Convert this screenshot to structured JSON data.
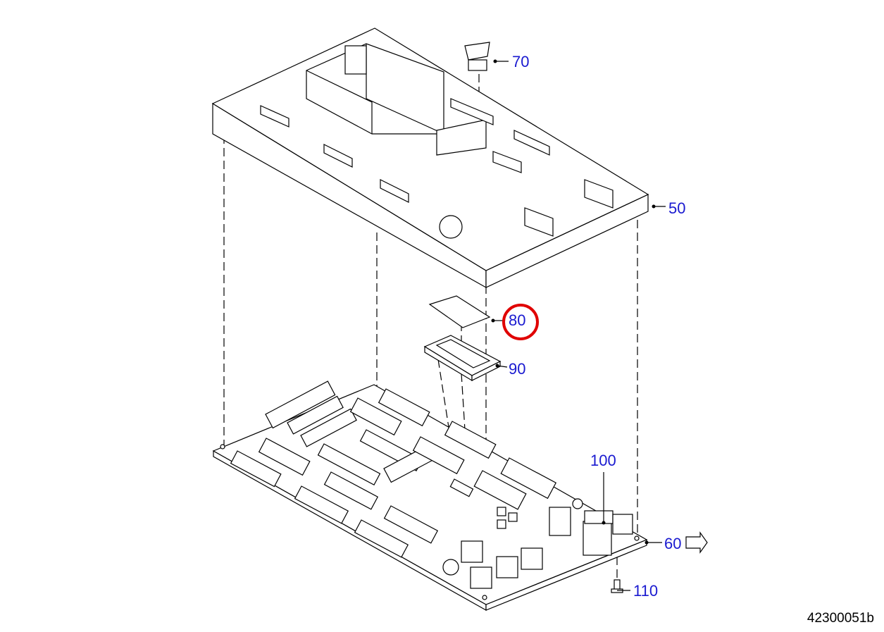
{
  "diagram": {
    "callouts": [
      {
        "id": "70",
        "label": "70"
      },
      {
        "id": "50",
        "label": "50"
      },
      {
        "id": "80",
        "label": "80",
        "highlighted": true
      },
      {
        "id": "90",
        "label": "90"
      },
      {
        "id": "100",
        "label": "100"
      },
      {
        "id": "60",
        "label": "60"
      },
      {
        "id": "110",
        "label": "110"
      }
    ],
    "document_number": "42300051b",
    "colors": {
      "callout": "#1a1ad0",
      "highlight": "#e00000",
      "line": "#000000"
    }
  }
}
